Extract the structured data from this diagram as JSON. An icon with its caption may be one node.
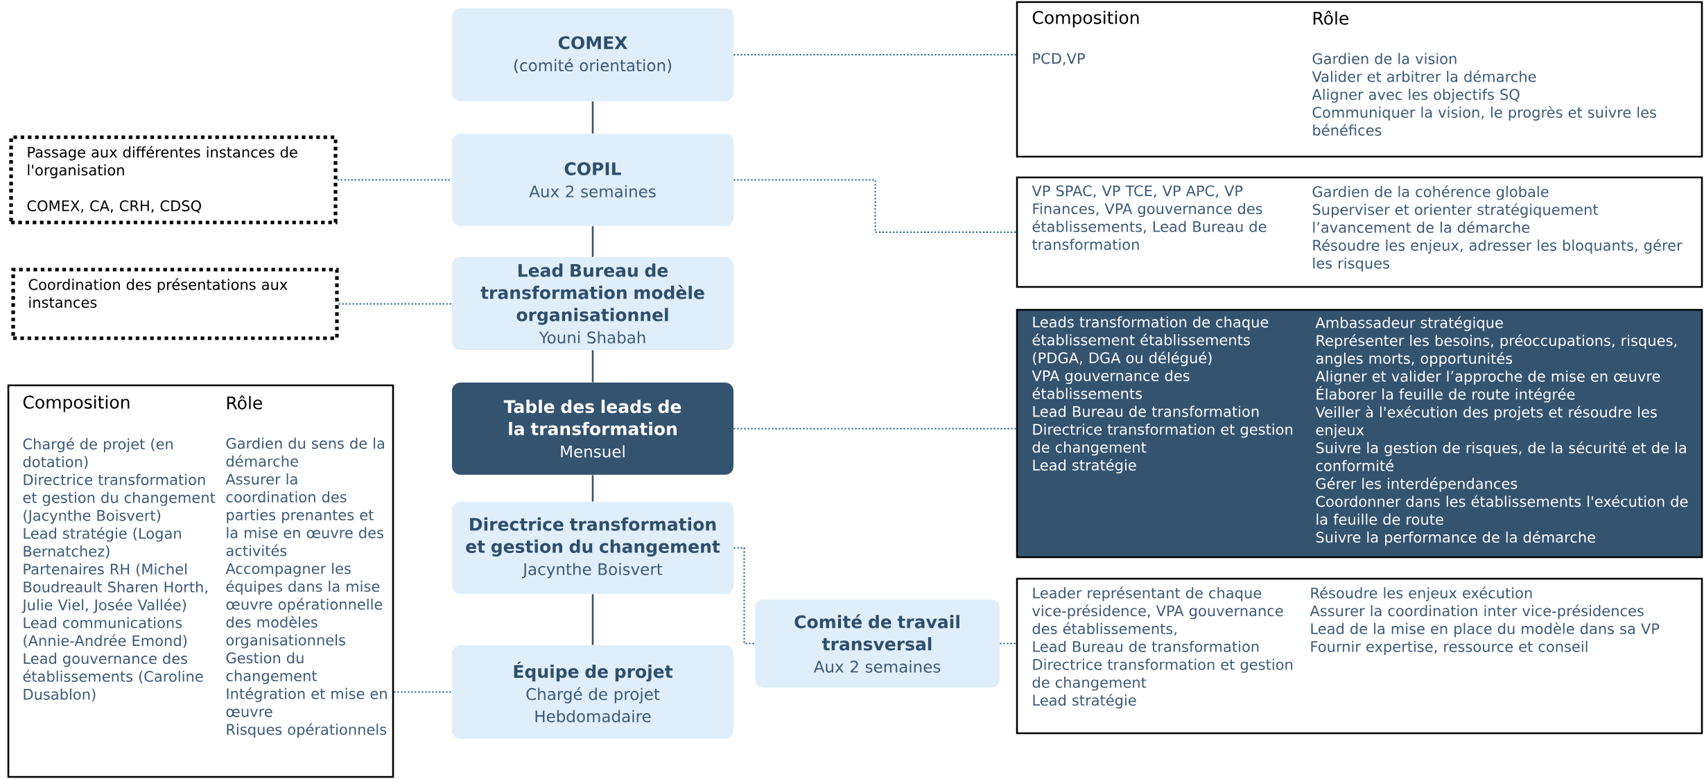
{
  "diagram": {
    "nodes": [
      {
        "text": [
          "COMEX",
          "(comité orientation)"
        ]
      },
      {
        "text": [
          "COPIL",
          "Aux 2 semaines"
        ]
      },
      {
        "text": [
          "Lead Bureau de transformation modèle organisationnel",
          "Youni Shabah"
        ]
      },
      {
        "text": [
          "Table des leads de la transformation",
          "Mensuel"
        ]
      },
      {
        "text": [
          "Directrice transformation et gestion du changement",
          "Jacynthe Boisvert"
        ]
      },
      {
        "text": [
          "Équipe de projet",
          "Chargé de projet",
          "Hebdomadaire"
        ]
      },
      {
        "text": [
          "Comité de travail transversal",
          "Aux 2 semaines"
        ]
      },
      {
        "text": [
          "Composition",
          "Rôle",
          "PCD,VP",
          "Gardien de la vision",
          "Valider et arbitrer la démarche",
          "Aligner avec les objectifs SQ",
          "Communiquer la vision, le progrès et suivre les bénéfices"
        ]
      },
      {
        "text": [
          "VP SPAC, VP TCE, VP APC, VP Finances, VPA gouvernance des établissements, Lead Bureau de transformation",
          "Gardien de la cohérence globale",
          "Superviser et orienter stratégiquement l’avancement de la démarche",
          "Résoudre les enjeux, adresser les bloquants, gérer les risques"
        ]
      },
      {
        "text": [
          "Leads transformation de chaque établissement  établissements (PDGA, DGA ou délégué)",
          "VPA gouvernance des établissements",
          "Lead Bureau de transformation",
          "Directrice transformation et gestion de changement",
          "Lead stratégie",
          "Ambassadeur stratégique",
          "Représenter les besoins, préoccupations, risques, angles morts, opportunités",
          "Aligner et valider l’approche de mise en œuvre",
          "Élaborer la feuille de route intégrée",
          "Veiller à l'exécution des projets et résoudre les enjeux",
          "Suivre la gestion de risques, de la sécurité et de la conformité",
          "Gérer les interdépendances",
          "Coordonner dans les établissements l'exécution de la feuille de route",
          "Suivre la performance de la démarche"
        ]
      },
      {
        "text": [
          "Leader représentant de chaque vice-présidence, VPA gouvernance des établissements,",
          "Lead Bureau de transformation",
          "Directrice transformation et gestion de changement",
          "Lead stratégie",
          "Résoudre les enjeux exécution",
          "Assurer la coordination inter vice-présidences",
          "Lead de la mise en place du modèle dans sa VP",
          "Fournir expertise, ressource et conseil"
        ]
      },
      {
        "text": [
          "Passage aux différentes instances de l'organisation",
          "COMEX, CA, CRH, CDSQ"
        ]
      },
      {
        "text": [
          "Coordination des présentations aux instances"
        ]
      },
      {
        "text": [
          "Composition",
          "Rôle",
          "Chargé de projet (en dotation)",
          "Directrice transformation et gestion du changement (Jacynthe Boisvert)",
          "Lead stratégie (Logan Bernatchez)",
          "Partenaires RH (Michel Boudreault Sharen Horth, Julie Viel, Josée Vallée)",
          "Lead communications (Annie-Andrée Emond)",
          "Lead gouvernance des établissements (Caroline Dusablon)",
          "Gardien du sens de la démarche",
          "Assurer la coordination des parties prenantes et la mise en œuvre des activités",
          "Accompagner les équipes dans la mise œuvre opérationnelle des modèles organisationnels",
          "Gestion du changement",
          "Intégration et mise en œuvre",
          "Risques opérationnels"
        ]
      }
    ],
    "edges": [
      {
        "from": 0,
        "to": 1,
        "arrow": "none"
      },
      {
        "from": 1,
        "to": 2,
        "arrow": "none"
      },
      {
        "from": 2,
        "to": 3,
        "arrow": "none"
      },
      {
        "from": 3,
        "to": 4,
        "arrow": "none"
      },
      {
        "from": 4,
        "to": 5,
        "arrow": "none"
      },
      {
        "from": 0,
        "to": 7,
        "arrow": "none",
        "style": "dashed"
      },
      {
        "from": 1,
        "to": 8,
        "arrow": "none",
        "style": "dashed"
      },
      {
        "from": 11,
        "to": 1,
        "arrow": "none",
        "style": "dashed"
      },
      {
        "from": 12,
        "to": 2,
        "arrow": "none",
        "style": "dashed"
      },
      {
        "from": 3,
        "to": 9,
        "arrow": "none",
        "style": "dashed"
      },
      {
        "from": 4,
        "to": 6,
        "arrow": "none",
        "style": "dashed"
      },
      {
        "from": 6,
        "to": 10,
        "arrow": "none",
        "style": "dashed"
      },
      {
        "from": 13,
        "to": 5,
        "arrow": "none",
        "style": "dashed"
      }
    ]
  }
}
